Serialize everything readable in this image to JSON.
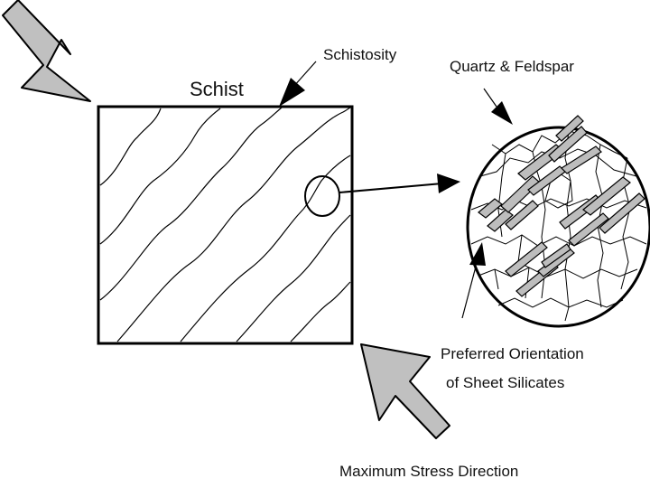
{
  "labels": {
    "schist": "Schist",
    "schistosity": "Schistosity",
    "quartz_feldspar": "Quartz & Feldspar",
    "preferred_orientation_line1": "Preferred Orientation",
    "preferred_orientation_line2": "of Sheet Silicates",
    "maximum_stress": "Maximum Stress Direction"
  },
  "colors": {
    "line": "#000000",
    "stress_arrow_fill": "#c0c0c0",
    "sheet_silicate_fill": "#bdbdbd"
  }
}
